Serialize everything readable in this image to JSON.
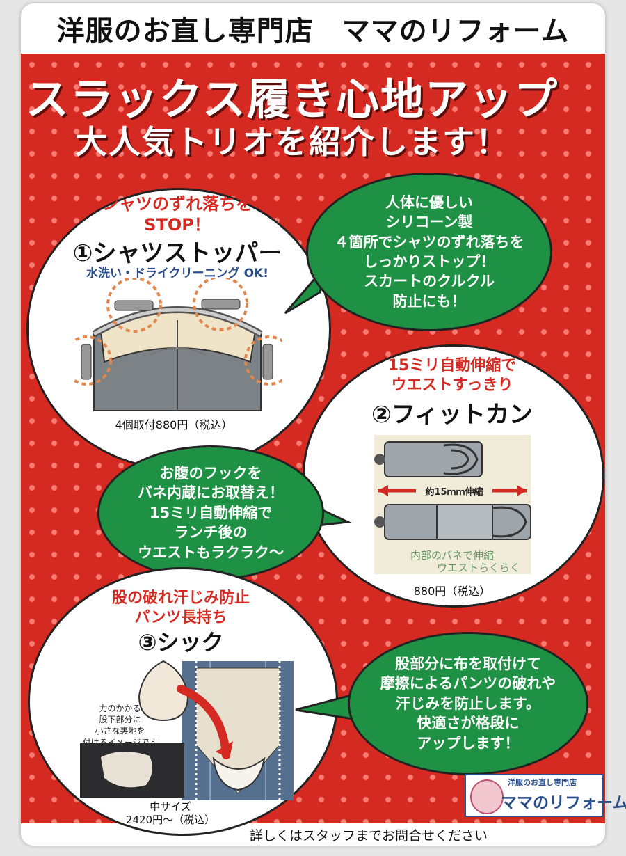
{
  "header": {
    "title": "洋服のお直し専門店　ママのリフォーム"
  },
  "headline": {
    "line1": "スラックス履き心地アップ",
    "line2": "大人気トリオを紹介します！"
  },
  "products": [
    {
      "tagline1": "シャツのずれ落ちを",
      "tagline2": "STOP！",
      "name": "①シャツストッパー",
      "sublabel": "水洗い・ドライクリーニング OK!",
      "price": "4個取付880円（税込）",
      "bubble": [
        "人体に優しい",
        "シリコーン製",
        "４箇所でシャツのずれ落ちを",
        "しっかりストップ！",
        "スカートのクルクル",
        "防止にも！"
      ]
    },
    {
      "tagline1": "15ミリ自動伸縮で",
      "tagline2": "ウエストすっきり",
      "name": "②フィットカン",
      "diagram_label": "約15ｍｍ伸縮",
      "diagram_caption1": "内部のバネで伸縮",
      "diagram_caption2": "ウエストらくらく",
      "price": "880円（税込）",
      "bubble": [
        "お腹のフックを",
        "バネ内蔵にお取替え！",
        "15ミリ自動伸縮で",
        "ランチ後の",
        "ウエストもラクラク～"
      ]
    },
    {
      "tagline1": "股の破れ汗じみ防止",
      "tagline2": "パンツ長持ち",
      "name": "③シック",
      "note": [
        "力のかかる",
        "股下部分に",
        "小さな裏地を",
        "付けるイメージです"
      ],
      "price_line1": "中サイズ",
      "price_line2": "2420円～（税込）",
      "bubble": [
        "股部分に布を取付けて",
        "摩擦によるパンツの破れや",
        "汗じみを防止します。",
        "快適さが格段に",
        "アップします！"
      ]
    }
  ],
  "logo": {
    "small": "洋服のお直し専門店",
    "big": "ママのリフォーム"
  },
  "footer": {
    "text": "詳しくはスタッフまでお問合せください"
  },
  "colors": {
    "red": "#d42a22",
    "green": "#1f9144",
    "navy": "#2a4f8c"
  }
}
